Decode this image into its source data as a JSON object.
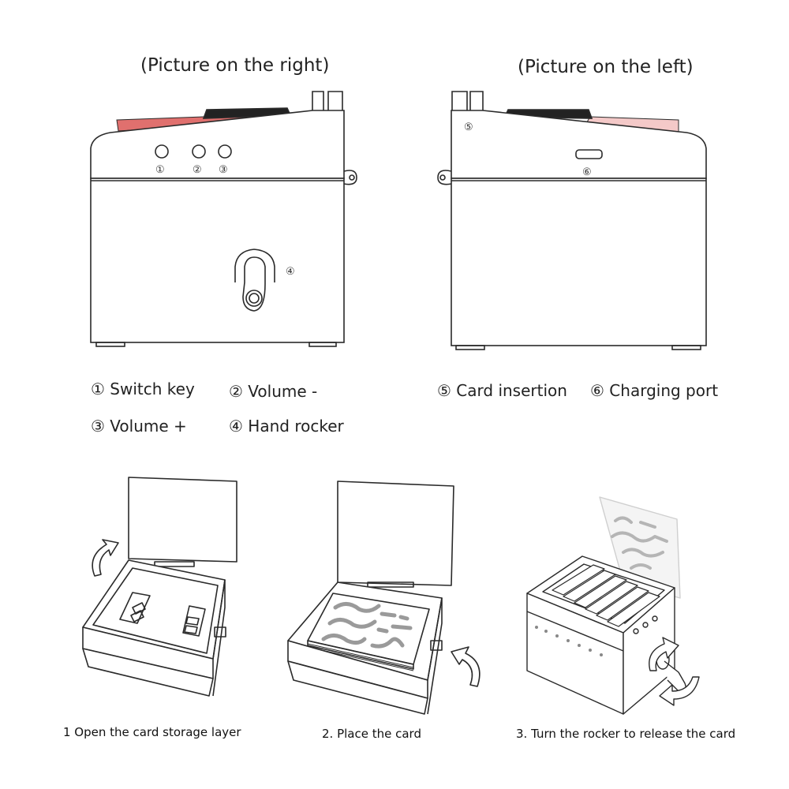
{
  "views": {
    "right": {
      "title": "(Picture on the right)"
    },
    "left": {
      "title": "(Picture on the left)"
    }
  },
  "markers": {
    "m1": "①",
    "m2": "②",
    "m3": "③",
    "m4": "④",
    "m5": "⑤",
    "m6": "⑥"
  },
  "legend": [
    {
      "marker": "①",
      "label": "Switch key"
    },
    {
      "marker": "②",
      "label": "Volume -"
    },
    {
      "marker": "③",
      "label": "Volume +"
    },
    {
      "marker": "④",
      "label": "Hand rocker"
    },
    {
      "marker": "⑤",
      "label": "Card insertion"
    },
    {
      "marker": "⑥",
      "label": "Charging port"
    }
  ],
  "steps": [
    {
      "caption": "1 Open the card storage layer"
    },
    {
      "caption": "2. Place the card"
    },
    {
      "caption": "3. Turn the rocker to release the card"
    }
  ],
  "colors": {
    "line": "#2a2a2a",
    "card_top": "#e0706e",
    "card_top_light": "#f4c9c8",
    "dark_panel": "#222222",
    "scribble": "#9a9a9a"
  }
}
